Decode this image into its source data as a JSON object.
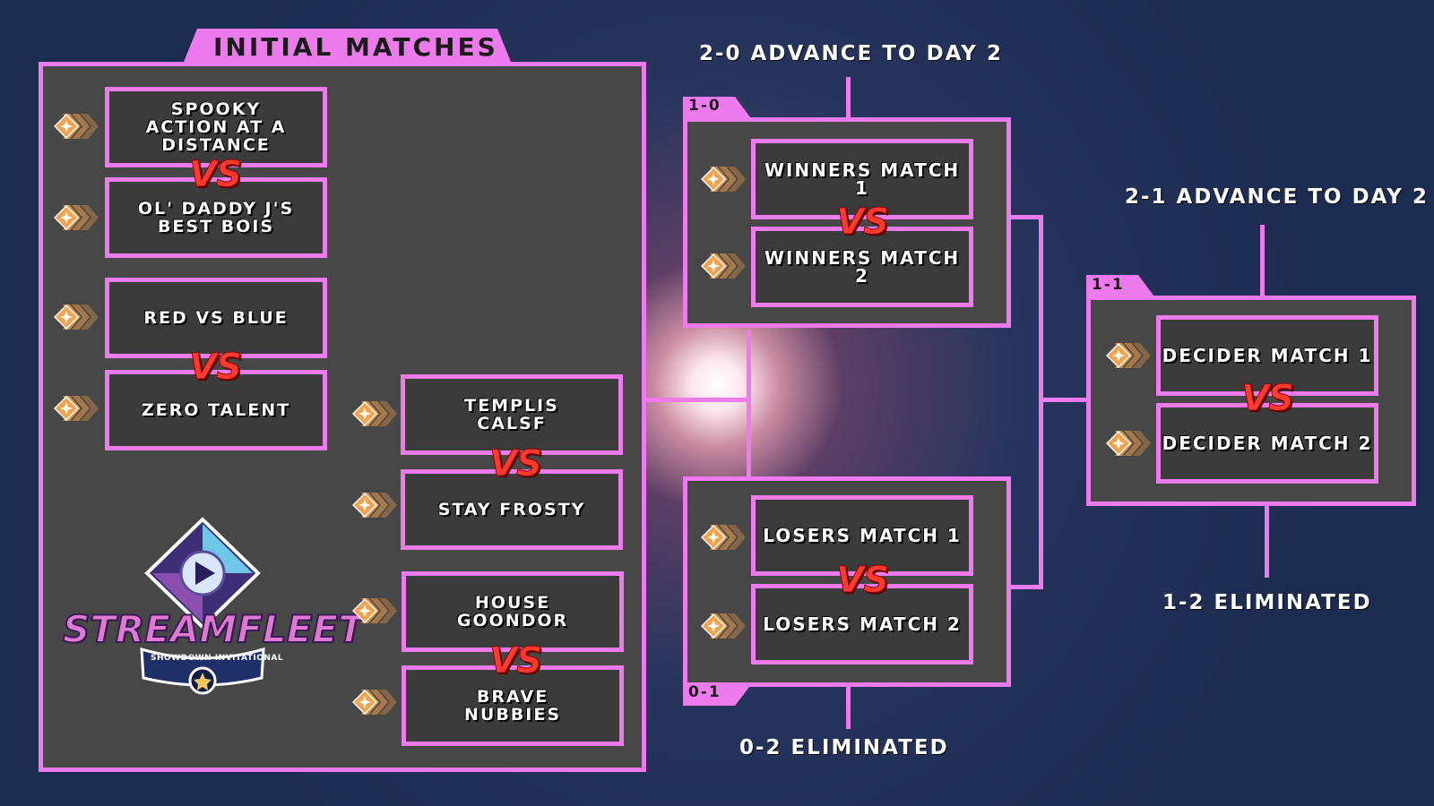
{
  "initial": {
    "title": "INITIAL MATCHES",
    "teams": [
      "SPOOKY\nACTION AT A\nDISTANCE",
      "OL' DADDY J'S\nBEST BOIS",
      "RED VS BLUE",
      "ZERO TALENT",
      "TEMPLIS\nCALSF",
      "STAY FROSTY",
      "HOUSE\nGOONDOR",
      "BRAVE\nNUBBIES"
    ]
  },
  "vs_label": "VS",
  "brackets": {
    "one_zero": {
      "tab": "1-0",
      "label": "2-0  ADVANCE TO DAY 2",
      "matches": [
        "WINNERS MATCH 1",
        "WINNERS MATCH 2"
      ]
    },
    "zero_one": {
      "tab": "0-1",
      "label": "0-2 ELIMINATED",
      "matches": [
        "LOSERS MATCH 1",
        "LOSERS MATCH 2"
      ]
    },
    "one_one": {
      "tab": "1-1",
      "label_top": "2-1  ADVANCE TO DAY 2",
      "label_bottom": "1-2 ELIMINATED",
      "matches": [
        "DECIDER MATCH 1",
        "DECIDER MATCH 2"
      ]
    }
  },
  "logo": {
    "name": "STREAMFLEET",
    "subtitle": "SHOWDOWN INVITATIONAL"
  },
  "colors": {
    "accent": "#ee7bee",
    "vs": "#ff3b30",
    "chevron": "#f5a04a"
  }
}
